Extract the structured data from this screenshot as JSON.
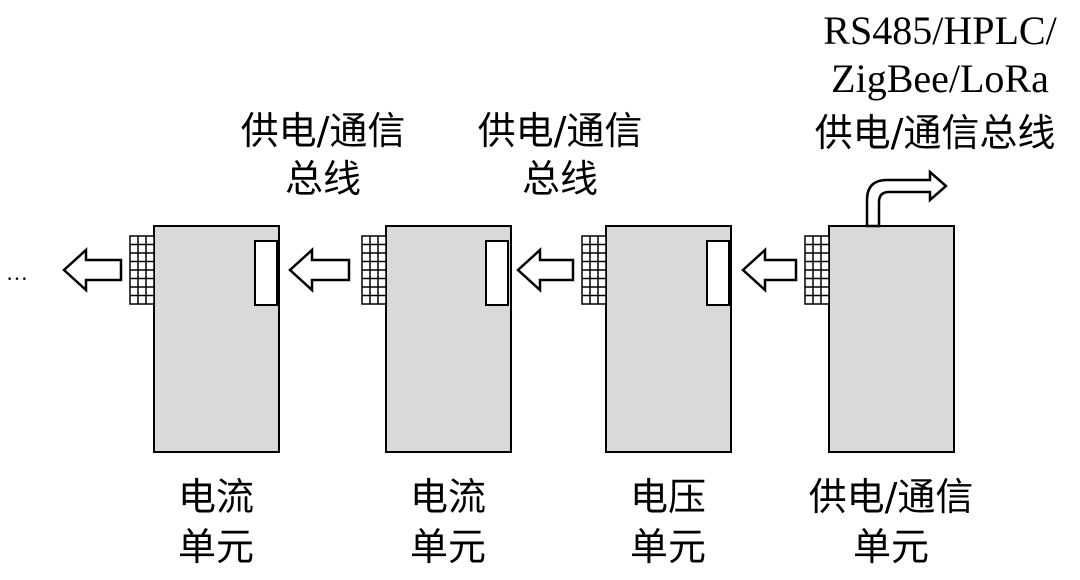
{
  "colors": {
    "unit_fill": "#d9d9d9",
    "stroke": "#000000",
    "background": "#ffffff"
  },
  "top_right_label": {
    "line1": "RS485/HPLC/",
    "line2": "ZigBee/LoRa",
    "line3": "供电/通信总线"
  },
  "bus_labels": [
    {
      "line1": "供电/通信",
      "line2": "总线"
    },
    {
      "line1": "供电/通信",
      "line2": "总线"
    }
  ],
  "units": [
    {
      "line1": "电流",
      "line2": "单元"
    },
    {
      "line1": "电流",
      "line2": "单元"
    },
    {
      "line1": "电压",
      "line2": "单元"
    },
    {
      "line1": "供电/通信",
      "line2": "单元"
    }
  ],
  "ellipsis": "…"
}
